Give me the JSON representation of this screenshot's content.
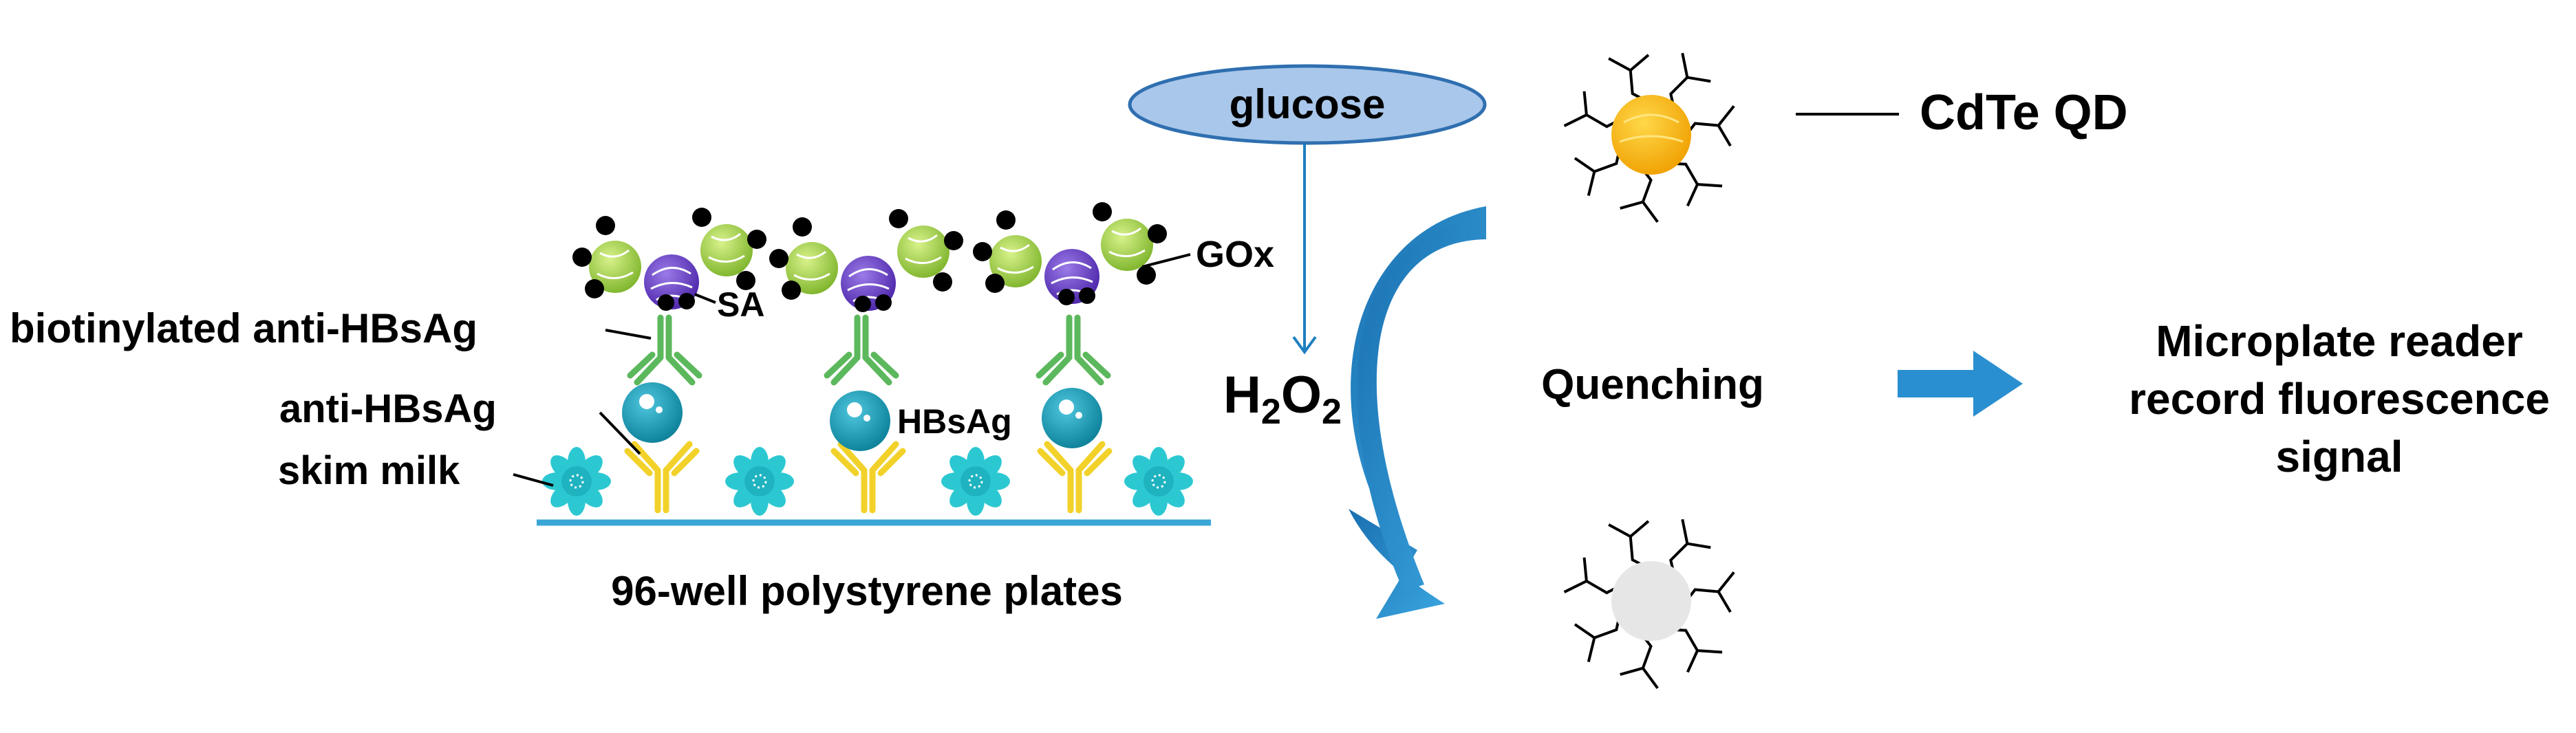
{
  "labels": {
    "biotinylated": "biotinylated anti-HBsAg",
    "anti_hbsag": "anti-HBsAg",
    "skim_milk": "skim milk",
    "sa": "SA",
    "gox": "GOx",
    "hbsag": "HBsAg",
    "plates": "96-well polystyrene plates",
    "glucose": "glucose",
    "h2o2_h": "H",
    "h2o2_sub1": "2",
    "h2o2_o": "O",
    "h2o2_sub2": "2",
    "cdte": "CdTe QD",
    "quenching": "Quenching",
    "reader_line1": "Microplate reader",
    "reader_line2": "record fluorescence",
    "reader_line3": "signal"
  },
  "colors": {
    "plate_line": "#3aa6d8",
    "skim_milk": "#2cc8d2",
    "antibody": "#f2d22a",
    "biotin_antibody": "#5cb85c",
    "hbsag": "#1196b0",
    "sa": "#6a3fc8",
    "gox": "#a6d84a",
    "glucose_fill": "#a9c7ea",
    "glucose_stroke": "#2f6fb0",
    "qd_on": "#f7b500",
    "qd_off": "#e6e6e6",
    "arrow_blue": "#1f7fc0"
  },
  "icons": [
    "skim-milk-icon",
    "capture-antibody-icon",
    "biotinylated-antibody-icon",
    "hbsag-icon",
    "streptavidin-icon",
    "gox-icon",
    "cdte-qd-icon",
    "quenched-qd-icon",
    "right-arrow-icon",
    "curved-arrow-icon"
  ]
}
